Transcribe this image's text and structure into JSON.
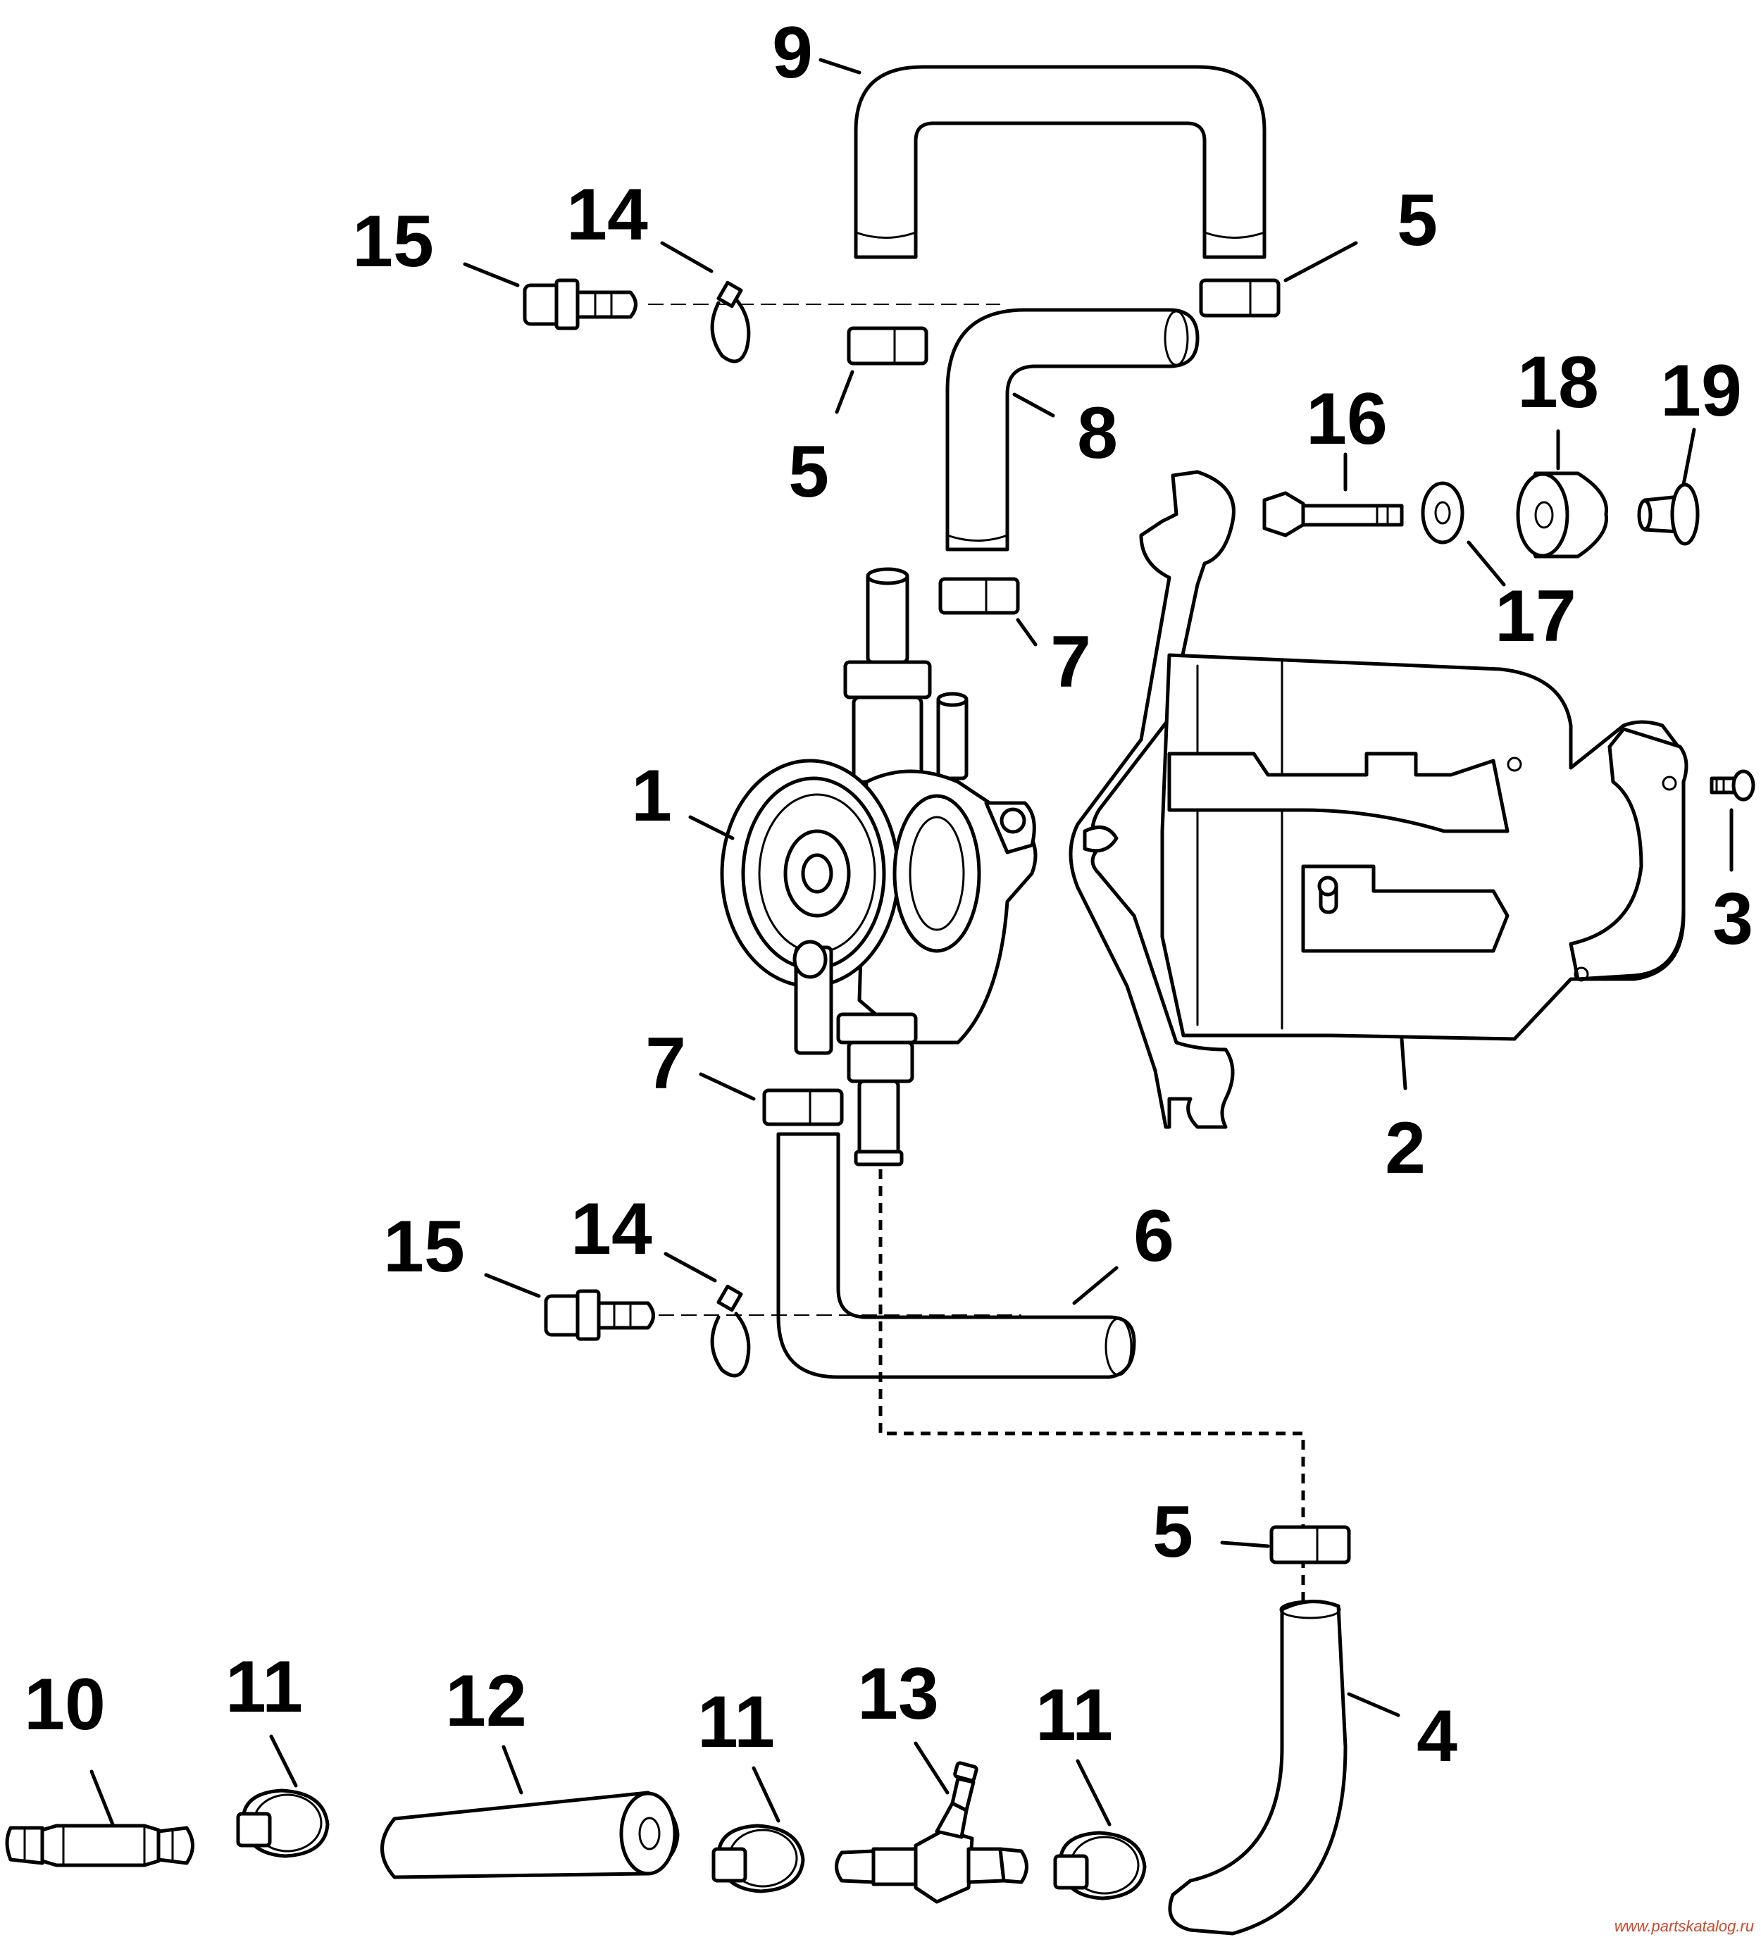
{
  "diagram": {
    "callouts": [
      {
        "id": "c9",
        "text": "9"
      },
      {
        "id": "c15a",
        "text": "15"
      },
      {
        "id": "c14a",
        "text": "14"
      },
      {
        "id": "c5a",
        "text": "5"
      },
      {
        "id": "c5b",
        "text": "5"
      },
      {
        "id": "c8",
        "text": "8"
      },
      {
        "id": "c16",
        "text": "16"
      },
      {
        "id": "c18",
        "text": "18"
      },
      {
        "id": "c19",
        "text": "19"
      },
      {
        "id": "c17",
        "text": "17"
      },
      {
        "id": "c7a",
        "text": "7"
      },
      {
        "id": "c1",
        "text": "1"
      },
      {
        "id": "c3",
        "text": "3"
      },
      {
        "id": "c7b",
        "text": "7"
      },
      {
        "id": "c2",
        "text": "2"
      },
      {
        "id": "c15b",
        "text": "15"
      },
      {
        "id": "c14b",
        "text": "14"
      },
      {
        "id": "c6",
        "text": "6"
      },
      {
        "id": "c5c",
        "text": "5"
      },
      {
        "id": "c10",
        "text": "10"
      },
      {
        "id": "c11a",
        "text": "11"
      },
      {
        "id": "c12",
        "text": "12"
      },
      {
        "id": "c11b",
        "text": "11"
      },
      {
        "id": "c13",
        "text": "13"
      },
      {
        "id": "c11c",
        "text": "11"
      },
      {
        "id": "c4",
        "text": "4"
      }
    ],
    "watermark": "www.partskatalog.ru"
  }
}
